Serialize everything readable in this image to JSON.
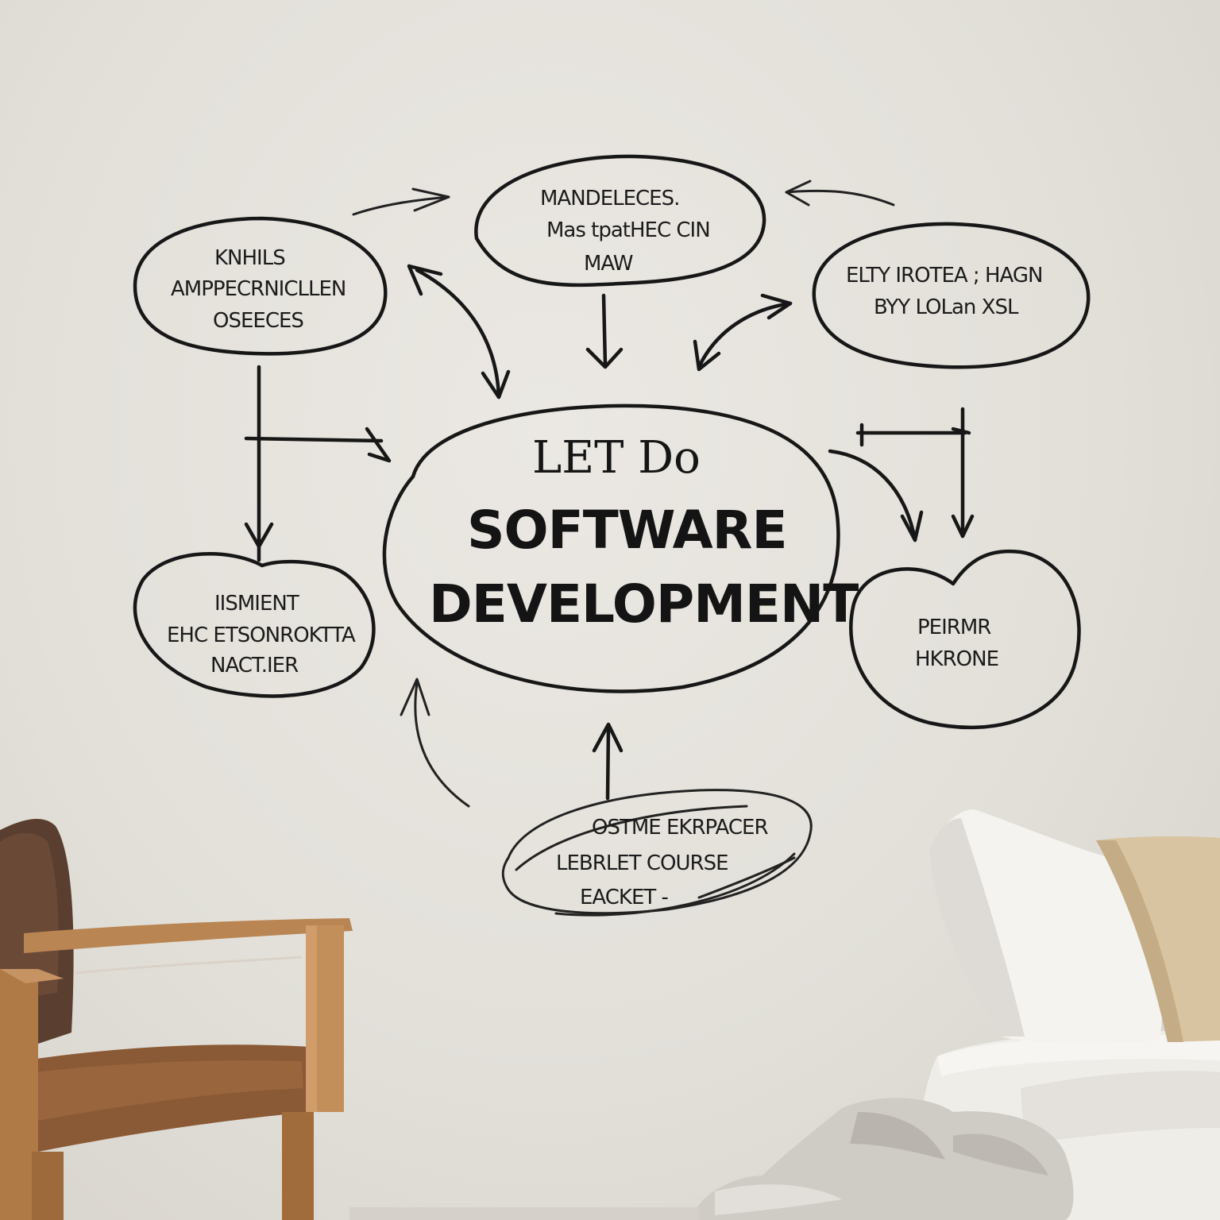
{
  "whiteboard": {
    "center": {
      "top_scribble": "LET Do",
      "line1": "SOFTWARE",
      "line2": "DEVELOPMENT"
    },
    "bubble_top": {
      "line1": "MANDELECES.",
      "line2": "Mas tpatHEC CIN",
      "line3": "MAW"
    },
    "bubble_top_left": {
      "line1": "KNHILS",
      "line2": "AMPPECRNICLLEN",
      "line3": "OSEECES"
    },
    "bubble_right": {
      "line1": "ELTY IROTEA ; HAGN",
      "line2": "BYY LOLan XSL"
    },
    "bubble_left": {
      "line1": "IISMIENT",
      "line2": "EHC ETSONROKTTA",
      "line3": "NACT.IER"
    },
    "bubble_bottom_right": {
      "line1": "PEIRMR",
      "line2": "HKRONE"
    },
    "bubble_bottom": {
      "line1": "OSTME EKRPACER",
      "line2": "LEBRLET COURSE",
      "line3": "EACKET -"
    }
  },
  "colors": {
    "wall": "#e6e3de",
    "ink": "#171717",
    "chair_wood": "#a8733f",
    "sofa": "#efede8",
    "pillow_beige": "#d8c4a0"
  }
}
